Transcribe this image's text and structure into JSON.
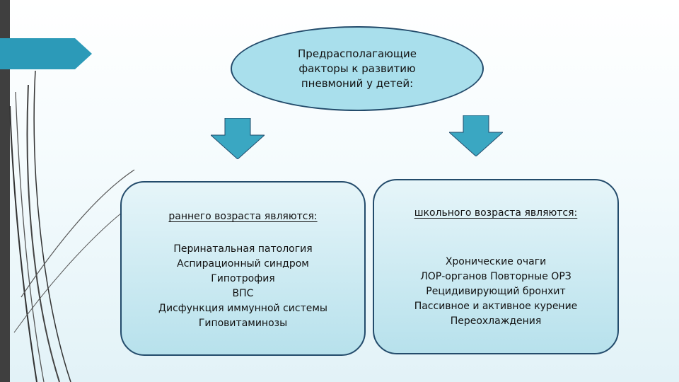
{
  "title": "Предрасполагающие\nфакторы к развитию\nпневмоний у детей:",
  "colors": {
    "ellipse_fill": "#a9dfec",
    "outline": "#234b6b",
    "arrow_fill": "#3aa7c2",
    "tab_fill": "#2c9ab8",
    "left_bar": "#3f3f3f"
  },
  "left_box": {
    "heading": "раннего возраста являются:",
    "items": [
      "Перинатальная патология",
      "Аспирационный синдром",
      "Гипотрофия",
      "ВПС",
      "Дисфункция иммунной системы",
      "Гиповитаминозы"
    ]
  },
  "right_box": {
    "heading": "школьного возраста являются:",
    "items": [
      "Хронические очаги",
      "ЛОР-органов Повторные ОРЗ",
      "Рецидивирующий бронхит",
      "Пассивное и активное курение",
      "Переохлаждения"
    ]
  }
}
